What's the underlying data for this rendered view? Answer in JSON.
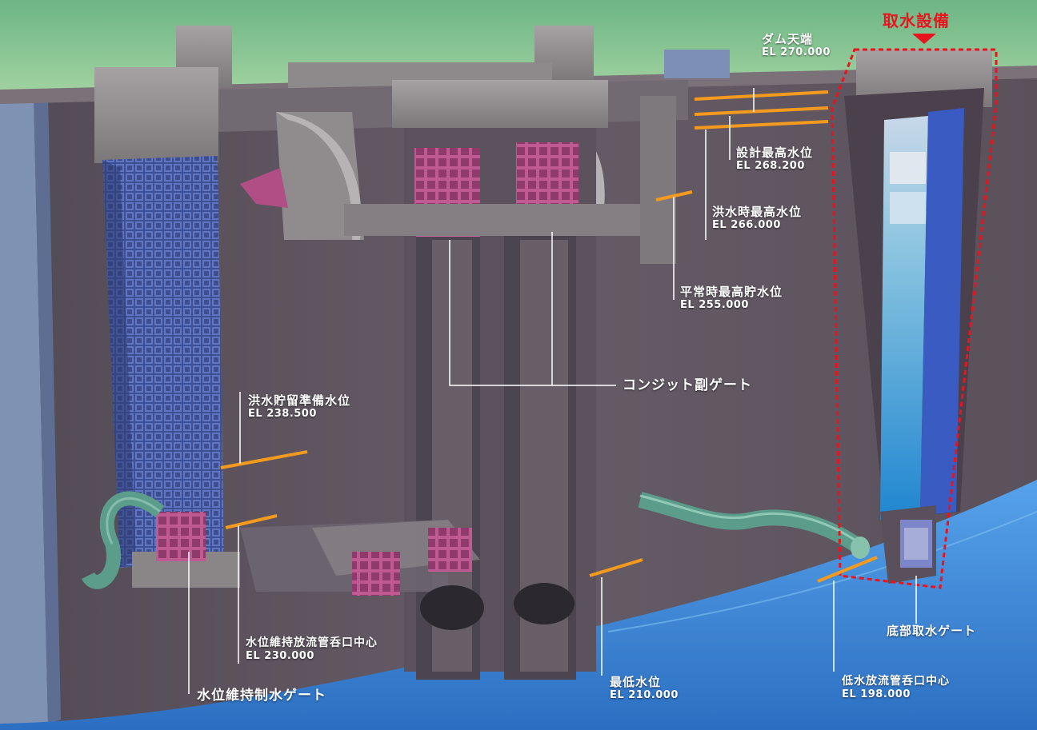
{
  "facility_title": "取水設備",
  "levels": {
    "dam_crest": {
      "name": "ダム天端",
      "el": "EL 270.000"
    },
    "design_max": {
      "name": "設計最高水位",
      "el": "EL 268.200"
    },
    "flood_max": {
      "name": "洪水時最高水位",
      "el": "EL 266.000"
    },
    "normal_max": {
      "name": "平常時最高貯水位",
      "el": "EL 255.000"
    },
    "flood_prep": {
      "name": "洪水貯留準備水位",
      "el": "EL 238.500"
    },
    "maint_outlet": {
      "name": "水位維持放流管呑口中心",
      "el": "EL 230.000"
    },
    "min_level": {
      "name": "最低水位",
      "el": "EL 210.000"
    },
    "low_outlet": {
      "name": "低水放流管呑口中心",
      "el": "EL 198.000"
    }
  },
  "components": {
    "conduit_gate": "コンジット副ゲート",
    "maint_gate": "水位維持制水ゲート",
    "bottom_gate": "底部取水ゲート"
  },
  "colors": {
    "dam_face": "#5f5660",
    "level_marker": "#f39a1f",
    "highlight": "#e8141e",
    "water": "#3f86d6",
    "sky": "#7fbf8e",
    "gate": "#c2558f",
    "screen": "#4f64b0",
    "pipe": "#5c9c8a"
  }
}
